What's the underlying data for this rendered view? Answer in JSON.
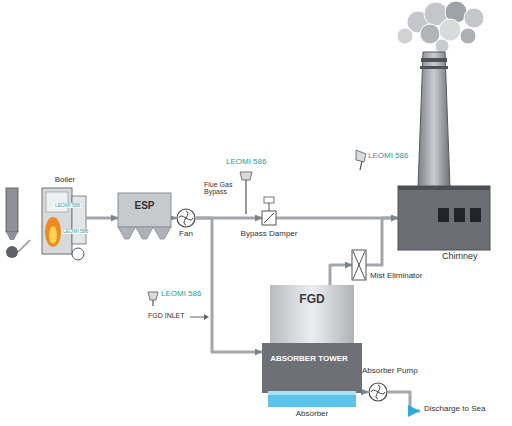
{
  "diagram": {
    "nodes": [
      {
        "text": [
          "Boiler"
        ]
      },
      {
        "text": [
          "ESP"
        ]
      },
      {
        "text": [
          "Fan"
        ]
      },
      {
        "text": [
          "Bypass Damper"
        ]
      },
      {
        "text": [
          "Chimney"
        ]
      },
      {
        "text": [
          "Mist Eliminator"
        ]
      },
      {
        "text": [
          "FGD",
          "ABSORBER TOWER",
          "Absorber"
        ]
      },
      {
        "text": [
          "Absorber Pump"
        ]
      },
      {
        "text": [
          "Discharge to Sea"
        ]
      }
    ],
    "edges": [
      {
        "from": 0,
        "to": 1,
        "arrow": "to"
      },
      {
        "from": 1,
        "to": 2,
        "arrow": "to"
      },
      {
        "from": 2,
        "to": 3,
        "arrow": "to"
      },
      {
        "from": 3,
        "to": 4,
        "arrow": "to"
      },
      {
        "from": 2,
        "to": 6,
        "arrow": "to"
      },
      {
        "from": 6,
        "to": 5,
        "arrow": "to"
      },
      {
        "from": 5,
        "to": 4,
        "arrow": "to"
      },
      {
        "from": 6,
        "to": 7,
        "arrow": "to"
      },
      {
        "from": 7,
        "to": 8,
        "arrow": "to"
      }
    ],
    "labels": [
      "LEOMI 586",
      "LEOMI 586",
      "LEOMI 586",
      "LEOMI 586",
      "LEOMI 586",
      "Flue Gas Bypass",
      "FGD INLET"
    ]
  }
}
